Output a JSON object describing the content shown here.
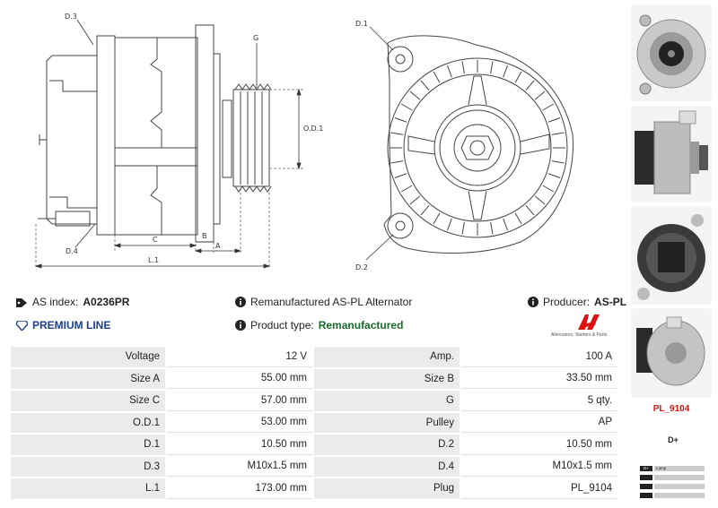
{
  "drawing": {
    "labels": {
      "d3": "D.3",
      "g": "G",
      "od1": "O.D.1",
      "d4": "D.4",
      "c": "C",
      "b": "B",
      "a": "A",
      "l1": "L.1",
      "d1": "D.1",
      "d2": "D.2"
    }
  },
  "info": {
    "as_index_label": "AS index:",
    "as_index_value": "A0236PR",
    "title": "Remanufactured AS-PL Alternator",
    "producer_label": "Producer:",
    "producer_value": "AS-PL",
    "premium_line": "PREMIUM LINE",
    "product_type_label": "Product type:",
    "product_type_value": "Remanufactured",
    "logo_tagline": "Alternators, Starters & Parts"
  },
  "specs": [
    {
      "l_label": "Voltage",
      "l_value": "12 V",
      "r_label": "Amp.",
      "r_value": "100 A"
    },
    {
      "l_label": "Size A",
      "l_value": "55.00 mm",
      "r_label": "Size B",
      "r_value": "33.50 mm"
    },
    {
      "l_label": "Size C",
      "l_value": "57.00 mm",
      "r_label": "G",
      "r_value": "5 qty."
    },
    {
      "l_label": "O.D.1",
      "l_value": "53.00 mm",
      "r_label": "Pulley",
      "r_value": "AP"
    },
    {
      "l_label": "D.1",
      "l_value": "10.50 mm",
      "r_label": "D.2",
      "r_value": "10.50 mm"
    },
    {
      "l_label": "D.3",
      "l_value": "M10x1.5 mm",
      "r_label": "D.4",
      "r_value": "M10x1.5 mm"
    },
    {
      "l_label": "L.1",
      "l_value": "173.00 mm",
      "r_label": "Plug",
      "r_value": "PL_9104"
    }
  ],
  "side": {
    "plug_label": "PL_9104",
    "terminal_label": "D+",
    "legend": [
      {
        "key": "D+",
        "value": "Lamp"
      },
      {
        "key": "",
        "value": ""
      },
      {
        "key": "",
        "value": ""
      },
      {
        "key": "",
        "value": ""
      }
    ]
  },
  "colors": {
    "accent_red": "#dd1111",
    "premium_blue": "#1d3f8f",
    "type_green": "#1a6b2a"
  }
}
